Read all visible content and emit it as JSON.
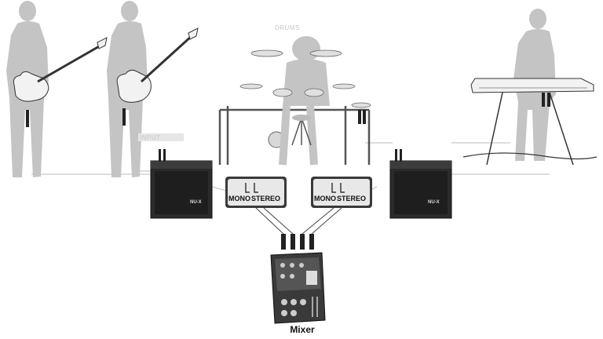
{
  "diagram": {
    "mixer_label": "Mixer",
    "switch_left": {
      "mono": "MONO",
      "stereo": "STEREO"
    },
    "switch_right": {
      "mono": "MONO",
      "stereo": "STEREO"
    },
    "amp_brand_left": "NU-X",
    "amp_brand_right": "NU-X"
  },
  "colors": {
    "silhouette": "#c4c4c4",
    "amp_body": "#2b2b2b",
    "switch_body": "#3a3a3a",
    "line": "#bdbdbd"
  }
}
